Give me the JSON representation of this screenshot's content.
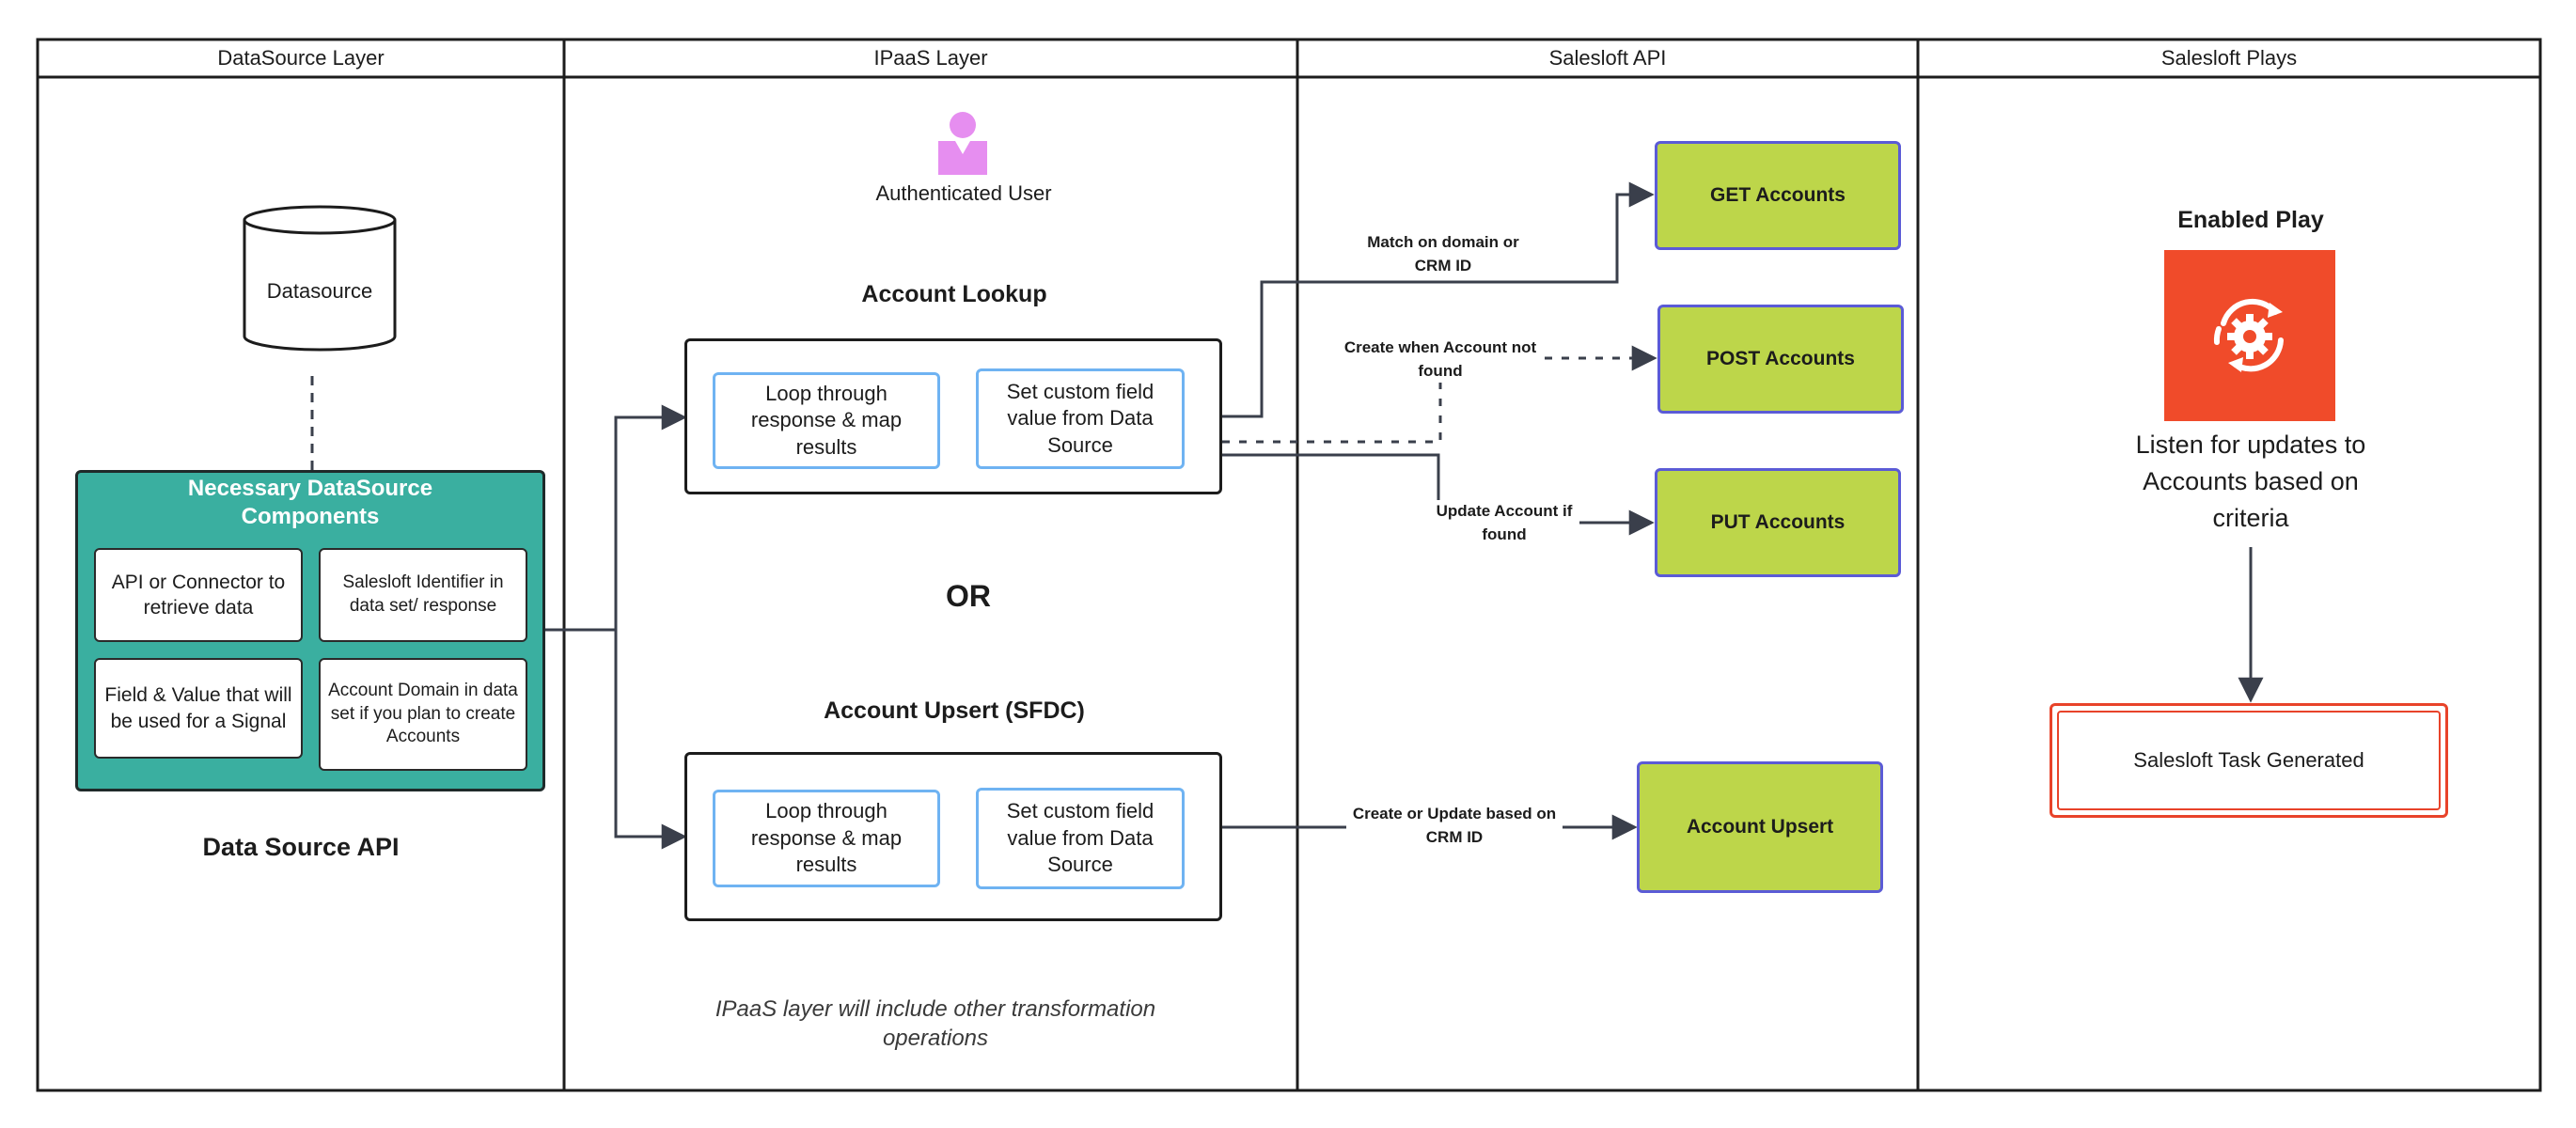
{
  "lanes": [
    {
      "title": "DataSource Layer"
    },
    {
      "title": "IPaaS Layer"
    },
    {
      "title": "Salesloft API"
    },
    {
      "title": "Salesloft Plays"
    }
  ],
  "datasource_layer": {
    "datasource_label": "Datasource",
    "components_title": "Necessary DataSource Components",
    "components": [
      "API or Connector to retrieve data",
      "Salesloft Identifier in data set/ response",
      "Field & Value that will be used for a Signal",
      "Account Domain in data set if you plan to create Accounts"
    ],
    "footer_label": "Data Source API"
  },
  "ipaas_layer": {
    "user_label": "Authenticated User",
    "lookup_title": "Account Lookup",
    "lookup_steps": [
      "Loop through response & map results",
      "Set custom field value from Data Source"
    ],
    "or_label": "OR",
    "upsert_title": "Account Upsert (SFDC)",
    "upsert_steps": [
      "Loop through response & map results",
      "Set custom field value from Data Source"
    ],
    "note": "IPaaS layer will include other transformation operations"
  },
  "salesloft_api": {
    "endpoints": [
      "GET Accounts",
      "POST Accounts",
      "PUT Accounts",
      "Account Upsert"
    ],
    "edge_labels": [
      "Match on domain or CRM ID",
      "Create when Account not found",
      "Update Account if found",
      "Create or Update based on CRM ID"
    ]
  },
  "salesloft_plays": {
    "enabled_play_title": "Enabled Play",
    "play_icon": "cycle-gear-icon",
    "listen_text": "Listen for updates to Accounts based on criteria",
    "task_label": "Salesloft Task Generated"
  },
  "colors": {
    "teal": "#3aafa0",
    "green": "#bdd64a",
    "green_border": "#5b5bd6",
    "blue_border": "#6fb3f2",
    "orange": "#f04b2a",
    "task_border": "#e8432a",
    "user_pink": "#e68ef0",
    "line": "#3a3f4b"
  }
}
